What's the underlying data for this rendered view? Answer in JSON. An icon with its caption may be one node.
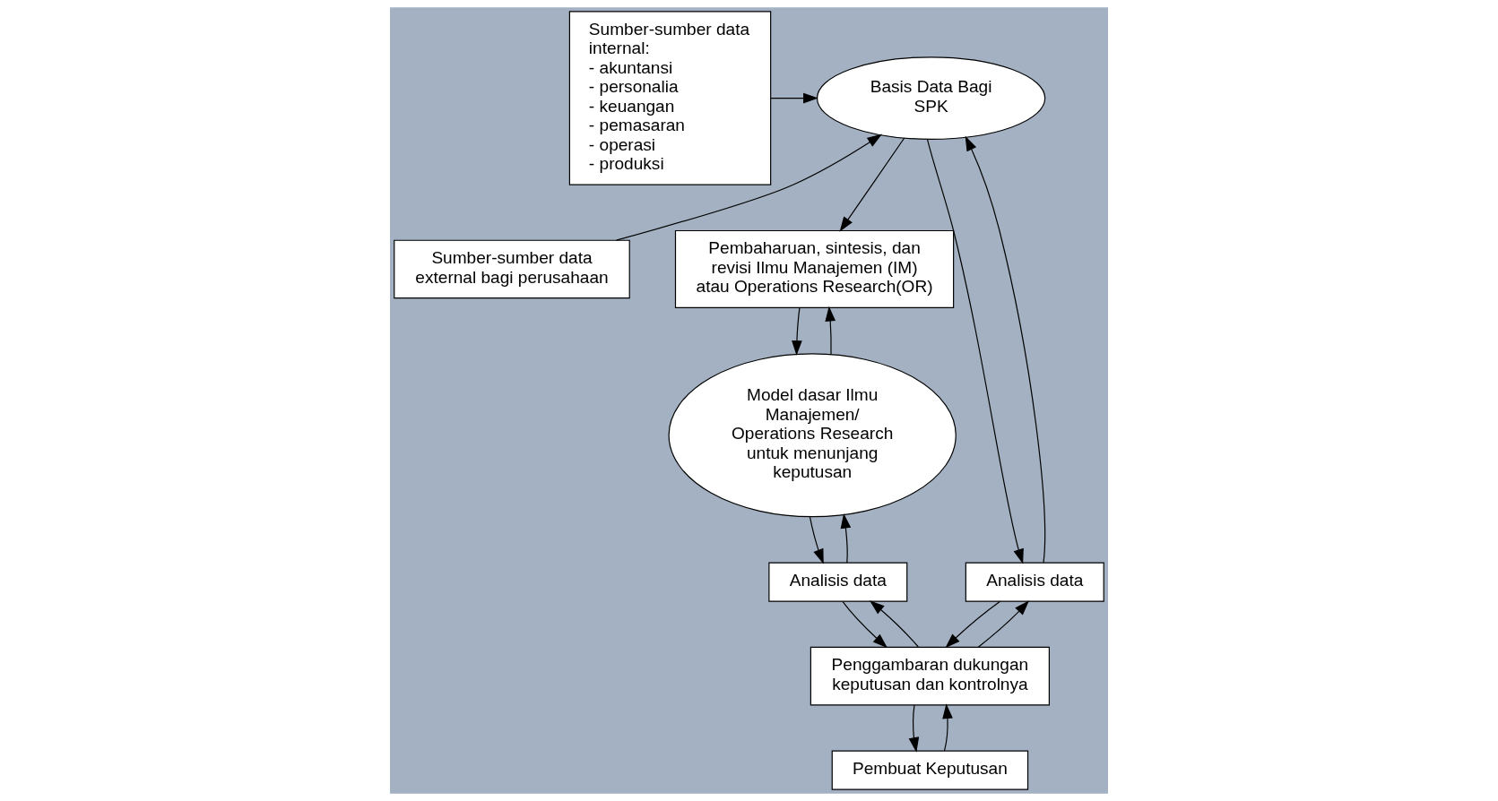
{
  "diagram": {
    "nodes": [
      {
        "text": [
          "Sumber-sumber data internal: - akuntansi - personalia - keuangan - pemasaran - operasi - produksi"
        ]
      },
      {
        "text": [
          "Sumber-sumber data external bagi perusahaan"
        ]
      },
      {
        "text": [
          "Basis Data Bagi SPK"
        ]
      },
      {
        "text": [
          "Pembaharuan, sintesis, dan revisi Ilmu Manajemen (IM) atau Operations Research(OR)"
        ]
      },
      {
        "text": [
          "Model dasar Ilmu Manajemen/ Operations Research untuk menunjang keputusan"
        ]
      },
      {
        "text": [
          "Analisis data"
        ]
      },
      {
        "text": [
          "Analisis data"
        ]
      },
      {
        "text": [
          "Penggambaran dukungan keputusan dan kontrolnya"
        ]
      },
      {
        "text": [
          "Pembuat Keputusan"
        ]
      }
    ],
    "edges": [
      {
        "from": 0,
        "to": 2,
        "arrow": "to"
      },
      {
        "from": 1,
        "to": 2,
        "arrow": "to"
      },
      {
        "from": 2,
        "to": 3,
        "arrow": "to"
      },
      {
        "from": 4,
        "to": 3,
        "arrow": "to"
      },
      {
        "from": 3,
        "to": 4,
        "arrow": "to"
      },
      {
        "from": 5,
        "to": 2,
        "arrow": "to"
      },
      {
        "from": 2,
        "to": 5,
        "arrow": "to"
      },
      {
        "from": 4,
        "to": 6,
        "arrow": "to"
      },
      {
        "from": 6,
        "to": 4,
        "arrow": "to"
      },
      {
        "from": 7,
        "to": 5,
        "arrow": "to"
      },
      {
        "from": 5,
        "to": 7,
        "arrow": "to"
      },
      {
        "from": 7,
        "to": 6,
        "arrow": "to"
      },
      {
        "from": 6,
        "to": 7,
        "arrow": "to"
      },
      {
        "from": 7,
        "to": 8,
        "arrow": "to"
      },
      {
        "from": 8,
        "to": 7,
        "arrow": "to"
      }
    ]
  }
}
